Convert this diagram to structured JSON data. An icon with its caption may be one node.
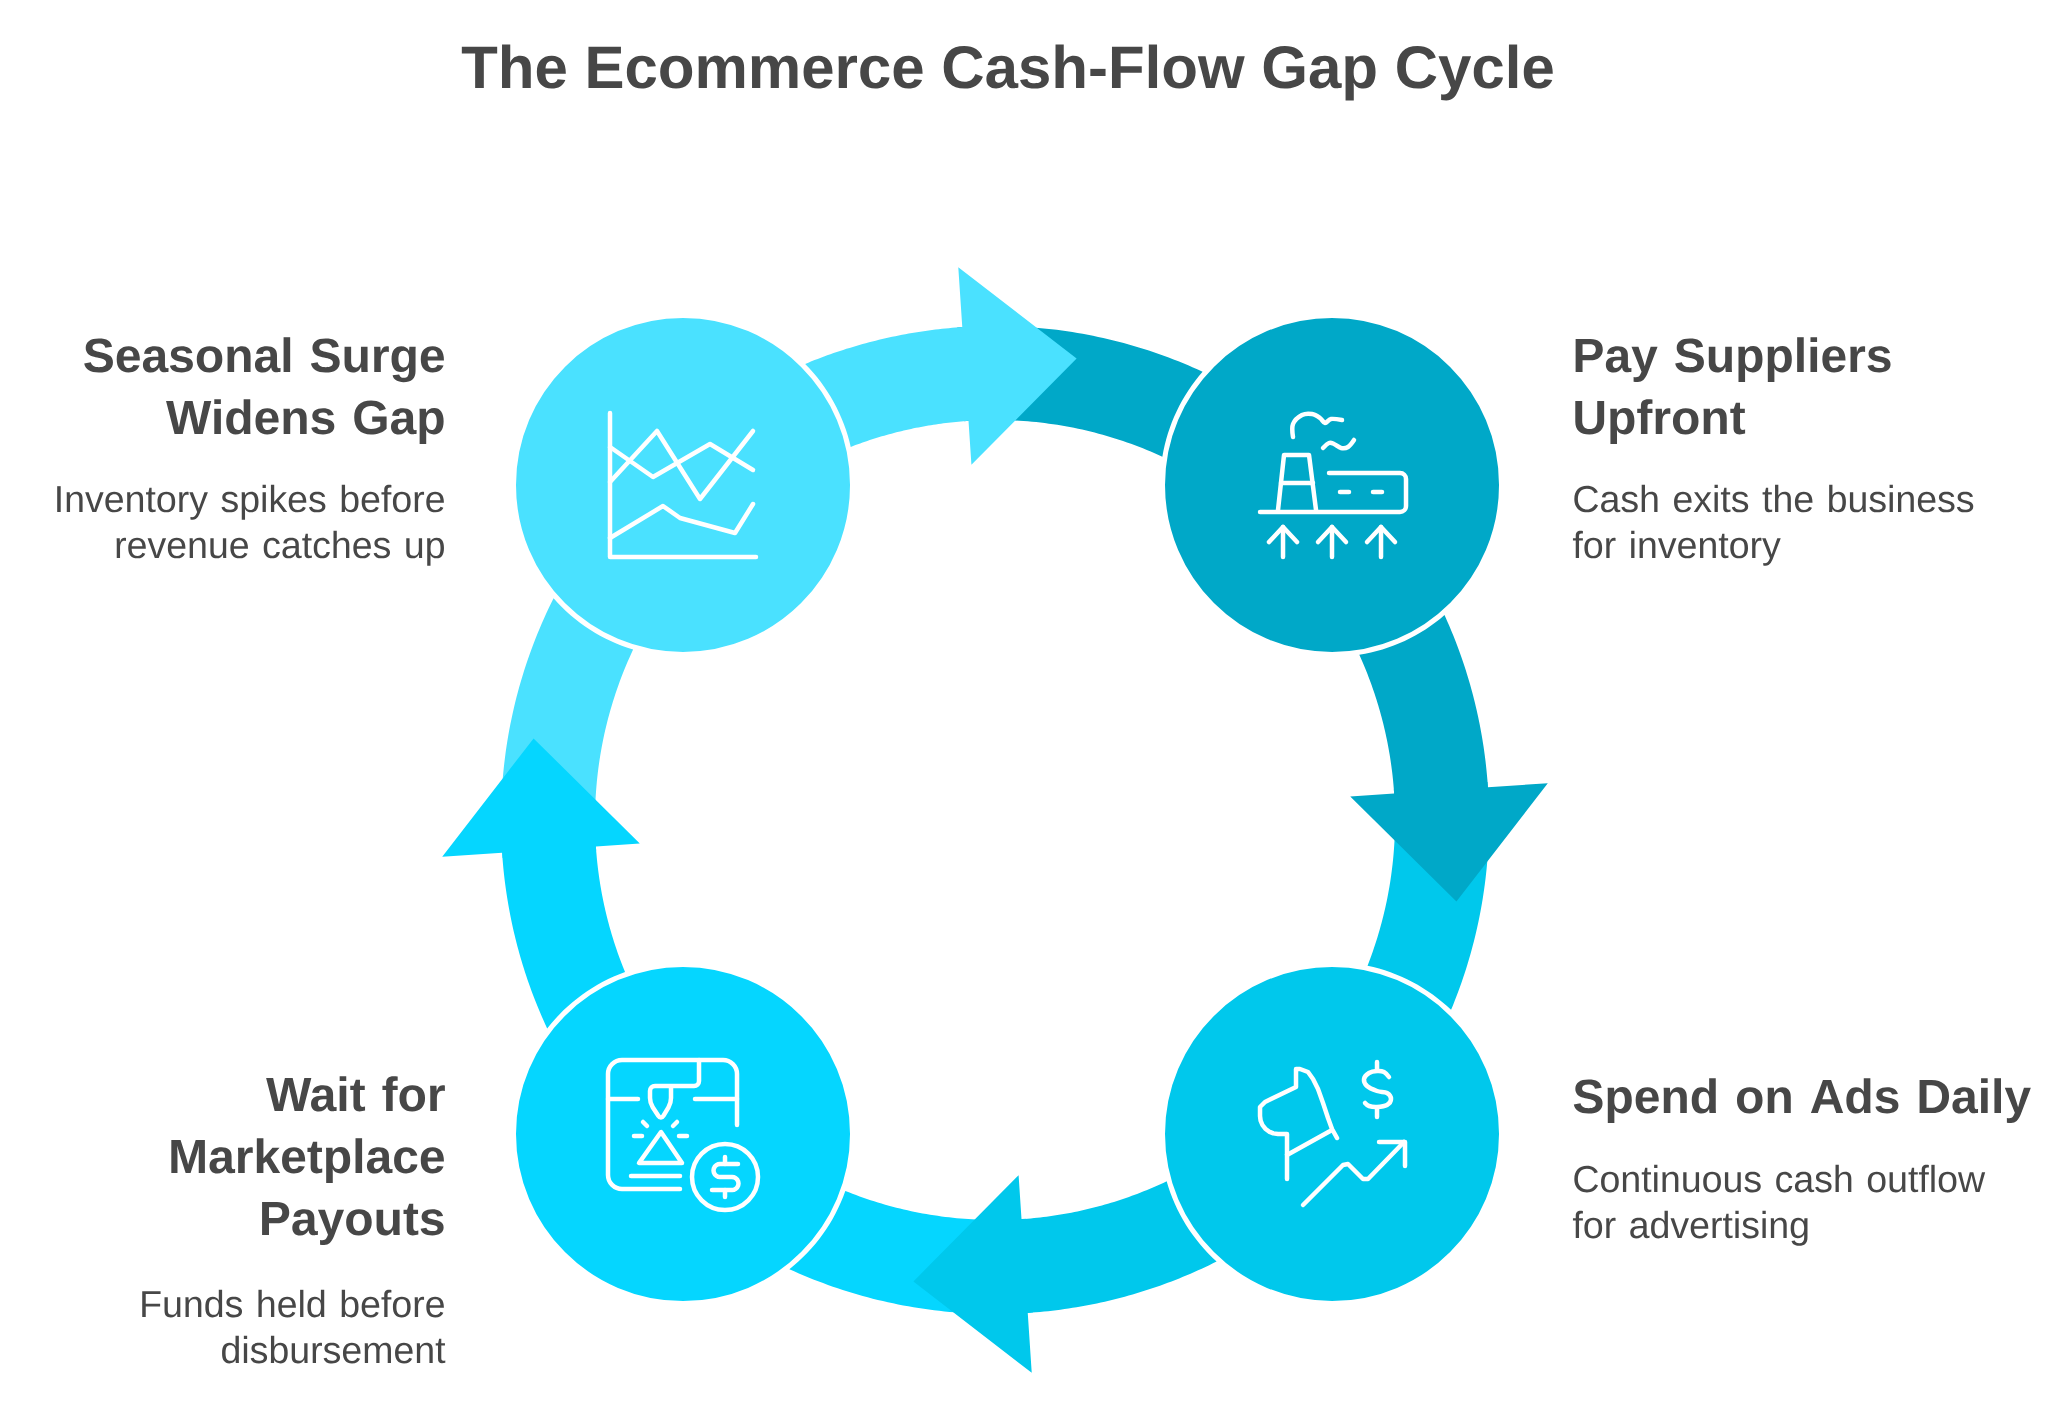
{
  "diagram": {
    "title": "The Ecommerce Cash-Flow Gap Cycle",
    "nodes": [
      {
        "text": [
          "Seasonal Surge Widens Gap",
          "Inventory spikes before revenue catches up"
        ]
      },
      {
        "text": [
          "Pay Suppliers Upfront",
          "Cash exits the business for inventory"
        ]
      },
      {
        "text": [
          "Wait for Marketplace Payouts",
          "Funds held before disbursement"
        ]
      },
      {
        "text": [
          "Spend on Ads Daily",
          "Continuous cash outflow for advertising"
        ]
      }
    ],
    "edges": [
      {
        "from": 0,
        "to": 1,
        "arrow": "to"
      },
      {
        "from": 1,
        "to": 3,
        "arrow": "to"
      },
      {
        "from": 3,
        "to": 2,
        "arrow": "to"
      },
      {
        "from": 2,
        "to": 0,
        "arrow": "to"
      }
    ]
  }
}
